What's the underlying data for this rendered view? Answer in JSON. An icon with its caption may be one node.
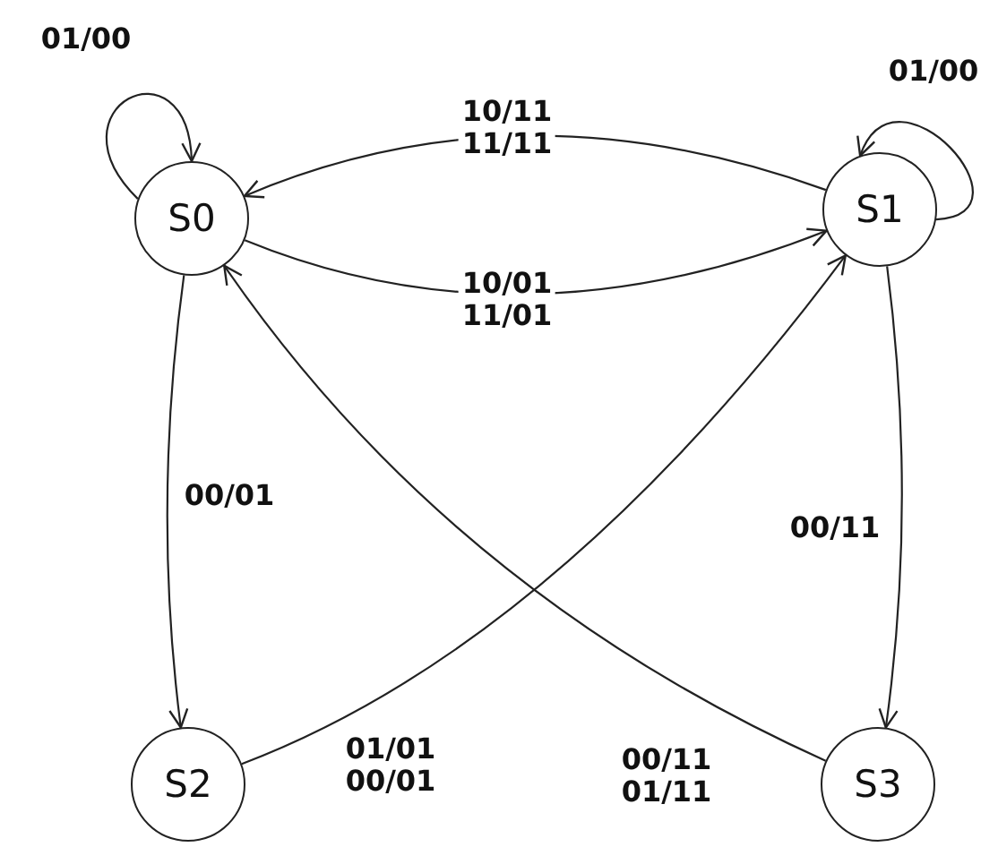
{
  "diagram": {
    "nodes": [
      {
        "text": [
          "S0"
        ]
      },
      {
        "text": [
          "S1"
        ]
      },
      {
        "text": [
          "S2"
        ]
      },
      {
        "text": [
          "S3"
        ]
      }
    ],
    "edges": [
      {
        "from": 0,
        "to": 0,
        "arrow": "to",
        "label": "01/00"
      },
      {
        "from": 1,
        "to": 1,
        "arrow": "to",
        "label": "01/00"
      },
      {
        "from": 1,
        "to": 0,
        "arrow": "to",
        "label": "10/11 11/11"
      },
      {
        "from": 0,
        "to": 1,
        "arrow": "to",
        "label": "10/01 11/01"
      },
      {
        "from": 0,
        "to": 2,
        "arrow": "to",
        "label": "00/01"
      },
      {
        "from": 1,
        "to": 3,
        "arrow": "to",
        "label": "00/11"
      },
      {
        "from": 2,
        "to": 1,
        "arrow": "to",
        "label": "01/01 00/01"
      },
      {
        "from": 3,
        "to": 0,
        "arrow": "to",
        "label": "00/11 01/11"
      }
    ]
  }
}
